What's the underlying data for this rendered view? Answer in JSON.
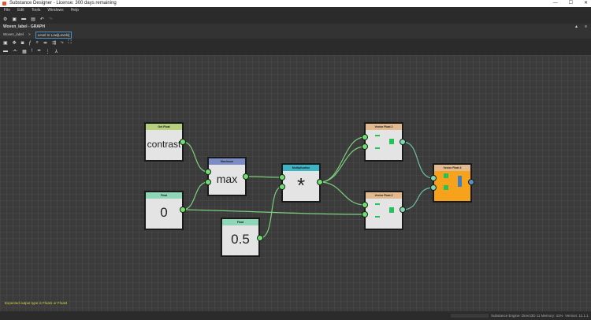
{
  "app": {
    "title": "Substance Designer - License: 300 days remaining",
    "menu": [
      "File",
      "Edit",
      "Tools",
      "Windows",
      "Help"
    ]
  },
  "graph": {
    "title": "Woven_label - GRAPH",
    "breadcrumb": [
      "Woven_label",
      ">",
      "Level In Low[Levels]"
    ]
  },
  "nodes": {
    "get_float": {
      "header": "Get Float",
      "value": "contrast",
      "color": "#b5cf7d"
    },
    "float0": {
      "header": "Float",
      "value": "0",
      "color": "#8fd6b8"
    },
    "maximum": {
      "header": "Maximum",
      "value": "max",
      "color": "#7b8cc8"
    },
    "mult": {
      "header": "Multiplication",
      "value": "*",
      "color": "#3bb5c3"
    },
    "float05": {
      "header": "Float",
      "value": "0.5",
      "color": "#8fd6b8"
    },
    "vf2a": {
      "header": "Vector Float 2",
      "color": "#e2b98e"
    },
    "vf2b": {
      "header": "Vector Float 2",
      "color": "#e2b98e"
    },
    "vf4": {
      "header": "Vector Float 4",
      "color": "#e2b98e"
    }
  },
  "message": "Expected output type is Float1 or Float4",
  "status": {
    "engine": "Substance Engine: Direct3D 11  Memory: 41%",
    "version": "Version: 11.1.1"
  }
}
